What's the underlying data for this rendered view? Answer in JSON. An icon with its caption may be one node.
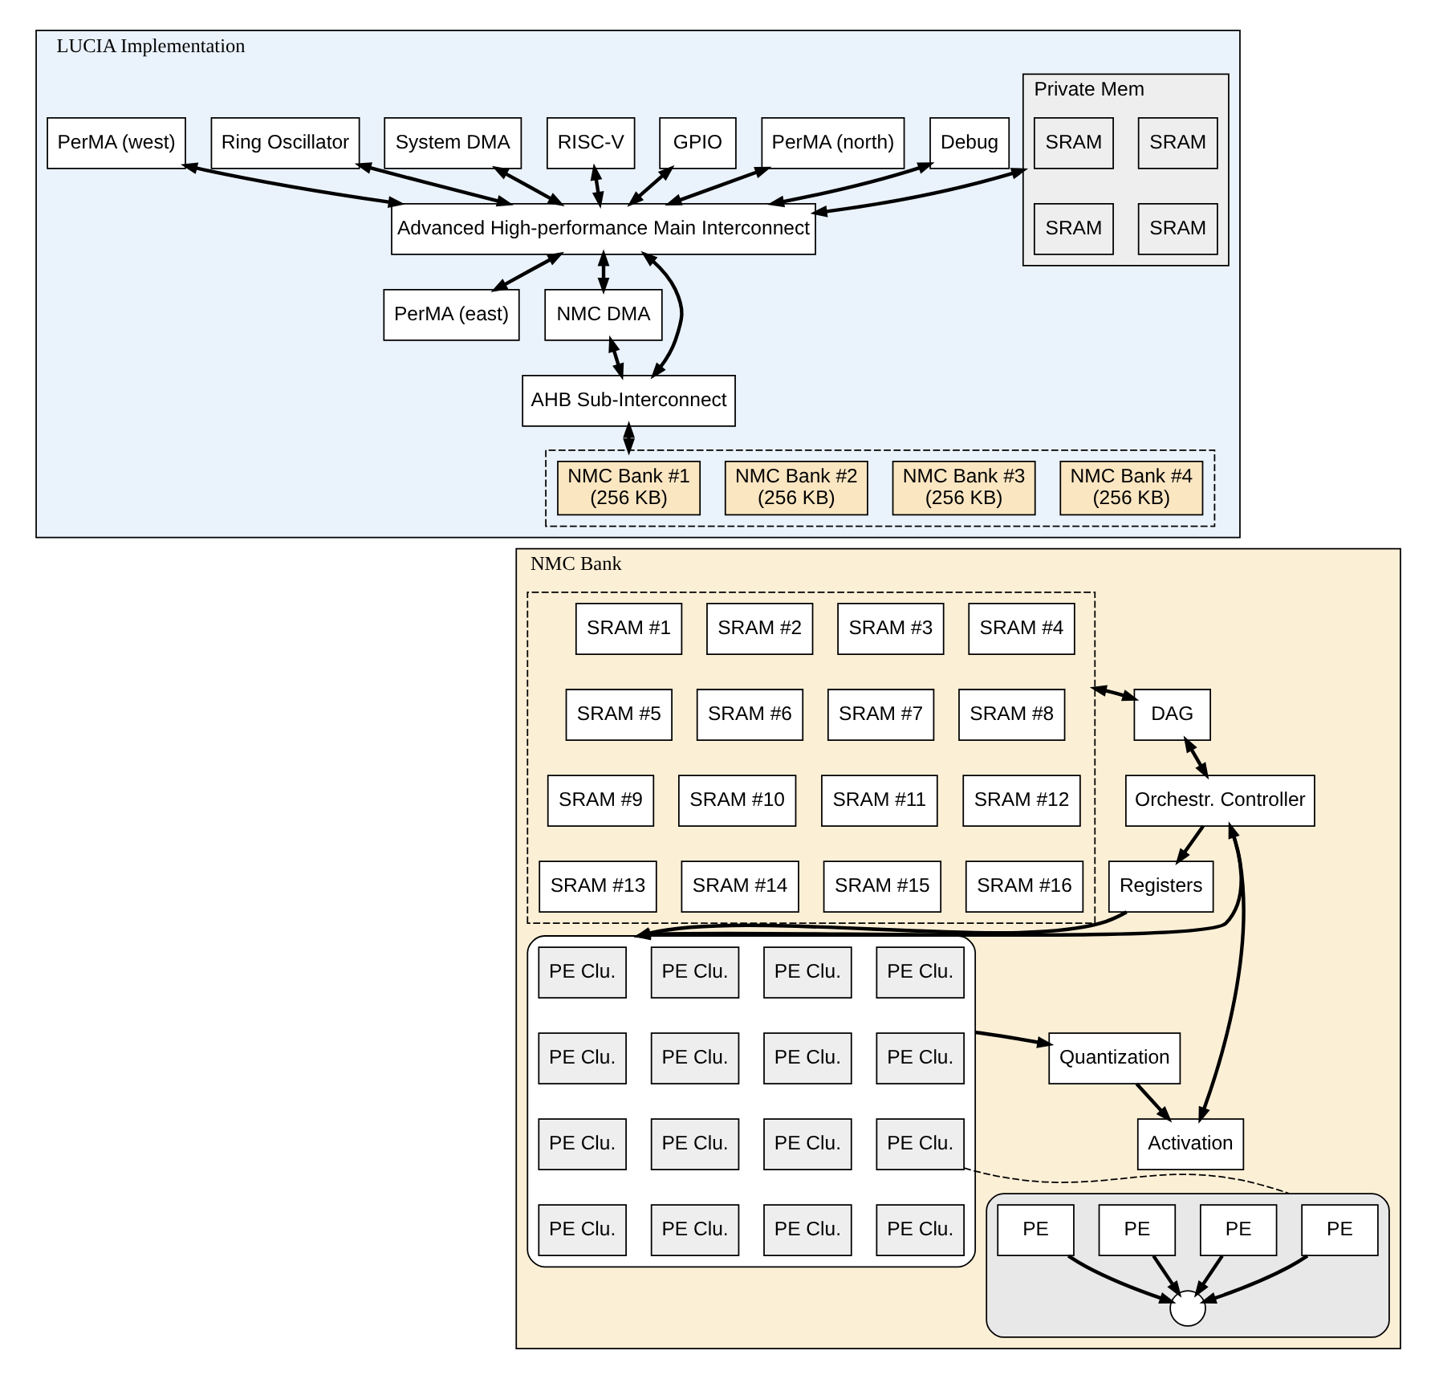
{
  "diagram": {
    "nodes": [
      {
        "text": [
          "LUCIA Implementation"
        ]
      },
      {
        "text": [
          "Debug"
        ],
        "in": 0
      },
      {
        "text": [
          "PerMA (north)"
        ],
        "in": 0
      },
      {
        "text": [
          "GPIO"
        ],
        "in": 0
      },
      {
        "text": [
          "Private Mem"
        ],
        "in": 0
      },
      {
        "text": [
          "SRAM"
        ],
        "in": 4
      },
      {
        "text": [
          "SRAM"
        ],
        "in": 4
      },
      {
        "text": [
          "SRAM"
        ],
        "in": 4
      },
      {
        "text": [
          "SRAM"
        ],
        "in": 4
      },
      {
        "text": [
          "RISC-V"
        ],
        "in": 0
      },
      {
        "text": [
          "System DMA"
        ],
        "in": 0
      },
      {
        "text": [
          "Ring Oscillator"
        ],
        "in": 0
      },
      {
        "text": [
          "PerMA (west)"
        ],
        "in": 0
      },
      {
        "text": [
          "Advanced High-performance Main Interconnect"
        ],
        "in": 0
      },
      {
        "text": [
          "PerMA (east)"
        ],
        "in": 0
      },
      {
        "text": [
          "NMC DMA"
        ],
        "in": 0
      },
      {
        "text": [
          "AHB Sub-Interconnect"
        ],
        "in": 0
      },
      {
        "text": [],
        "shape": "box",
        "in": 0
      },
      {
        "text": [
          "NMC Bank #1",
          "(256 KB)"
        ],
        "in": 17
      },
      {
        "text": [
          "NMC Bank #2",
          "(256 KB)"
        ],
        "in": 17
      },
      {
        "text": [
          "NMC Bank #3",
          "(256 KB)"
        ],
        "in": 17
      },
      {
        "text": [
          "NMC Bank #4",
          "(256 KB)"
        ],
        "in": 17
      },
      {
        "text": [
          "NMC Bank"
        ]
      },
      {
        "text": [],
        "shape": "box",
        "in": 22
      },
      {
        "text": [
          "SRAM #1"
        ],
        "in": 23
      },
      {
        "text": [
          "SRAM #2"
        ],
        "in": 23
      },
      {
        "text": [
          "SRAM #3"
        ],
        "in": 23
      },
      {
        "text": [
          "SRAM #4"
        ],
        "in": 23
      },
      {
        "text": [
          "SRAM #5"
        ],
        "in": 23
      },
      {
        "text": [
          "SRAM #6"
        ],
        "in": 23
      },
      {
        "text": [
          "SRAM #7"
        ],
        "in": 23
      },
      {
        "text": [
          "SRAM #8"
        ],
        "in": 23
      },
      {
        "text": [
          "SRAM #9"
        ],
        "in": 23
      },
      {
        "text": [
          "SRAM #10"
        ],
        "in": 23
      },
      {
        "text": [
          "SRAM #11"
        ],
        "in": 23
      },
      {
        "text": [
          "SRAM #12"
        ],
        "in": 23
      },
      {
        "text": [
          "SRAM #13"
        ],
        "in": 23
      },
      {
        "text": [
          "SRAM #14"
        ],
        "in": 23
      },
      {
        "text": [
          "SRAM #15"
        ],
        "in": 23
      },
      {
        "text": [
          "SRAM #16"
        ],
        "in": 23
      },
      {
        "text": [
          "DAG"
        ],
        "in": 22
      },
      {
        "text": [
          "Registers"
        ],
        "in": 22
      },
      {
        "text": [
          "Orchestr. Controller"
        ],
        "in": 22
      },
      {
        "text": [],
        "shape": "box",
        "in": 22
      },
      {
        "text": [
          "PE Clu."
        ],
        "in": 43
      },
      {
        "text": [
          "PE Clu."
        ],
        "in": 43
      },
      {
        "text": [
          "PE Clu."
        ],
        "in": 43
      },
      {
        "text": [
          "PE Clu."
        ],
        "in": 43
      },
      {
        "text": [
          "PE Clu."
        ],
        "in": 43
      },
      {
        "text": [
          "PE Clu."
        ],
        "in": 43
      },
      {
        "text": [
          "PE Clu."
        ],
        "in": 43
      },
      {
        "text": [
          "PE Clu."
        ],
        "in": 43
      },
      {
        "text": [
          "PE Clu."
        ],
        "in": 43
      },
      {
        "text": [
          "PE Clu."
        ],
        "in": 43
      },
      {
        "text": [
          "PE Clu."
        ],
        "in": 43
      },
      {
        "text": [
          "PE Clu."
        ],
        "in": 43
      },
      {
        "text": [
          "PE Clu."
        ],
        "in": 43
      },
      {
        "text": [
          "PE Clu."
        ],
        "in": 43
      },
      {
        "text": [
          "PE Clu."
        ],
        "in": 43
      },
      {
        "text": [
          "PE Clu."
        ],
        "in": 43
      },
      {
        "text": [],
        "shape": "box",
        "in": 22
      },
      {
        "text": [
          "PE"
        ],
        "in": 60
      },
      {
        "text": [
          "PE"
        ],
        "in": 60
      },
      {
        "text": [
          "PE"
        ],
        "in": 60
      },
      {
        "text": [
          "PE"
        ],
        "in": 60
      },
      {
        "text": [],
        "shape": "circle",
        "in": 60
      },
      {
        "text": [
          "Quantization"
        ],
        "in": 22
      },
      {
        "text": [
          "Activation"
        ],
        "in": 22
      }
    ],
    "edges": [
      {
        "from": 1,
        "to": 13,
        "arrow": "both"
      },
      {
        "from": 2,
        "to": 13,
        "arrow": "both"
      },
      {
        "from": 3,
        "to": 13,
        "arrow": "both"
      },
      {
        "from": 4,
        "to": 13,
        "arrow": "both"
      },
      {
        "from": 9,
        "to": 13,
        "arrow": "both"
      },
      {
        "from": 10,
        "to": 13,
        "arrow": "both"
      },
      {
        "from": 11,
        "to": 13,
        "arrow": "both"
      },
      {
        "from": 12,
        "to": 13,
        "arrow": "both"
      },
      {
        "from": 13,
        "to": 14,
        "arrow": "both"
      },
      {
        "from": 13,
        "to": 15,
        "arrow": "both"
      },
      {
        "from": 13,
        "to": 16,
        "arrow": "both"
      },
      {
        "from": 15,
        "to": 16,
        "arrow": "both"
      },
      {
        "from": 16,
        "to": 17,
        "arrow": "both"
      },
      {
        "from": 23,
        "to": 40,
        "arrow": "both"
      },
      {
        "from": 40,
        "to": 42,
        "arrow": "both"
      },
      {
        "from": 42,
        "to": 41,
        "arrow": "to"
      },
      {
        "from": 41,
        "to": 43,
        "arrow": "to"
      },
      {
        "from": 42,
        "to": 43,
        "arrow": "to"
      },
      {
        "from": 43,
        "to": 66,
        "arrow": "to"
      },
      {
        "from": 66,
        "to": 67,
        "arrow": "to"
      },
      {
        "from": 42,
        "to": 67,
        "arrow": "both"
      },
      {
        "from": 55,
        "to": 60,
        "arrow": "none",
        "style": "dashed"
      },
      {
        "from": 61,
        "to": 65,
        "arrow": "to"
      },
      {
        "from": 62,
        "to": 65,
        "arrow": "to"
      },
      {
        "from": 63,
        "to": 65,
        "arrow": "to"
      },
      {
        "from": 64,
        "to": 65,
        "arrow": "to"
      }
    ]
  }
}
